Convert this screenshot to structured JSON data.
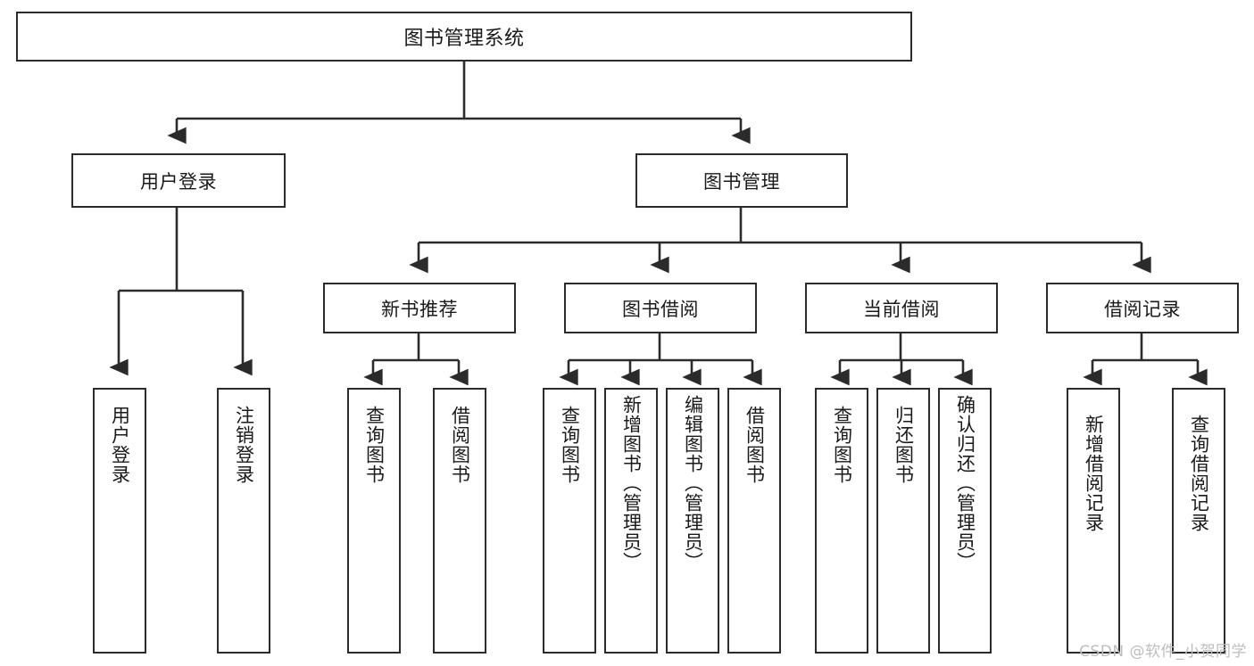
{
  "diagram": {
    "type": "tree-hierarchy",
    "orientation": "top-down",
    "root": {
      "id": "root",
      "label": "图书管理系统"
    },
    "level2": [
      {
        "id": "user-login",
        "label": "用户登录"
      },
      {
        "id": "book-manage",
        "label": "图书管理"
      }
    ],
    "level3": [
      {
        "id": "new-book-rec",
        "label": "新书推荐",
        "parent": "book-manage"
      },
      {
        "id": "book-borrow",
        "label": "图书借阅",
        "parent": "book-manage"
      },
      {
        "id": "current-borrow",
        "label": "当前借阅",
        "parent": "book-manage"
      },
      {
        "id": "borrow-record",
        "label": "借阅记录",
        "parent": "book-manage"
      }
    ],
    "leaves": [
      {
        "id": "leaf-user-login",
        "label": "用户登录",
        "parent": "user-login"
      },
      {
        "id": "leaf-user-logout",
        "label": "注销登录",
        "parent": "user-login"
      },
      {
        "id": "leaf-rec-query-book",
        "label": "查询图书",
        "parent": "new-book-rec"
      },
      {
        "id": "leaf-rec-borrow-book",
        "label": "借阅图书",
        "parent": "new-book-rec"
      },
      {
        "id": "leaf-borrow-query-book",
        "label": "查询图书",
        "parent": "book-borrow"
      },
      {
        "id": "leaf-borrow-add-book",
        "label": "新增图书（管理员）",
        "parent": "book-borrow"
      },
      {
        "id": "leaf-borrow-edit-book",
        "label": "编辑图书（管理员）",
        "parent": "book-borrow"
      },
      {
        "id": "leaf-borrow-borrow-book",
        "label": "借阅图书",
        "parent": "book-borrow"
      },
      {
        "id": "leaf-cur-query-book",
        "label": "查询图书",
        "parent": "current-borrow"
      },
      {
        "id": "leaf-cur-return-book",
        "label": "归还图书",
        "parent": "current-borrow"
      },
      {
        "id": "leaf-cur-confirm-return",
        "label": "确认归还（管理员）",
        "parent": "current-borrow"
      },
      {
        "id": "leaf-rec-add-record",
        "label": "新增借阅记录",
        "parent": "borrow-record"
      },
      {
        "id": "leaf-rec-query-record",
        "label": "查询借阅记录",
        "parent": "borrow-record"
      }
    ],
    "colors": {
      "stroke": "#2b2b2b",
      "fill": "#ffffff",
      "text": "#1a1a1a",
      "watermark": "#bdbdbd"
    }
  },
  "watermark": {
    "text": "CSDN @软件_小贺同学"
  }
}
